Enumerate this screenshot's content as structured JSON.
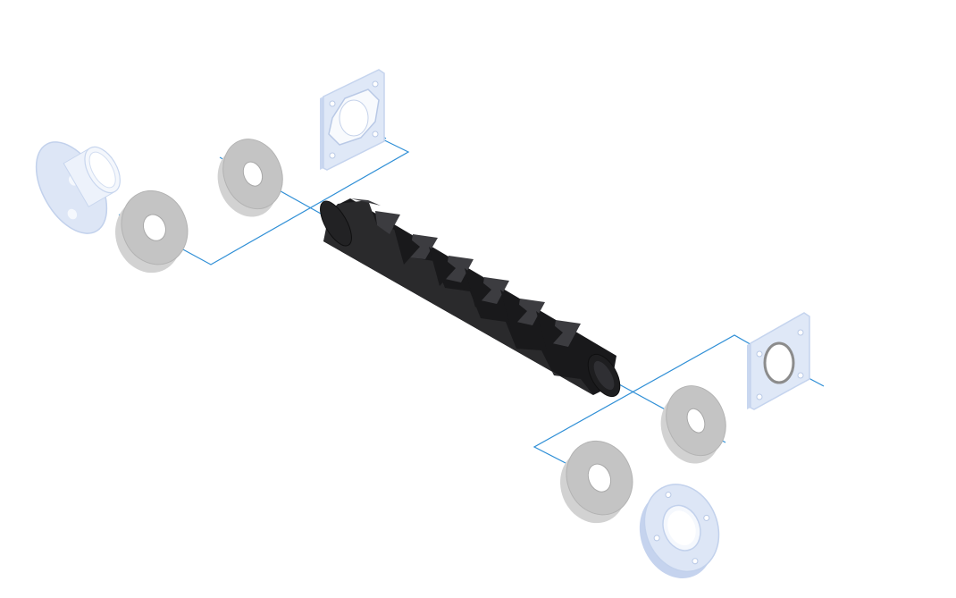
{
  "diagram": {
    "type": "exploded-assembly",
    "parts": [
      {
        "name": "left-flange",
        "icon": "flange-with-sleeve",
        "color": "#dde6f6"
      },
      {
        "name": "left-spacer-ring-outer",
        "icon": "ring",
        "color": "#c4c4c4"
      },
      {
        "name": "left-spacer-ring-inner",
        "icon": "ring",
        "color": "#c4c4c4"
      },
      {
        "name": "left-square-plate",
        "icon": "square-plate-with-hexagon-opening",
        "color": "#dfe8f7"
      },
      {
        "name": "bellows-boot",
        "icon": "bellows",
        "color": "#2a2a2c"
      },
      {
        "name": "right-spacer-ring-inner",
        "icon": "ring",
        "color": "#c4c4c4"
      },
      {
        "name": "right-spacer-ring-outer",
        "icon": "ring",
        "color": "#c4c4c4"
      },
      {
        "name": "right-square-plate",
        "icon": "square-plate",
        "color": "#dfe8f7"
      },
      {
        "name": "right-flange",
        "icon": "round-flange",
        "color": "#dde6f6"
      }
    ],
    "assembly_line_color": "#2f8fd6"
  }
}
